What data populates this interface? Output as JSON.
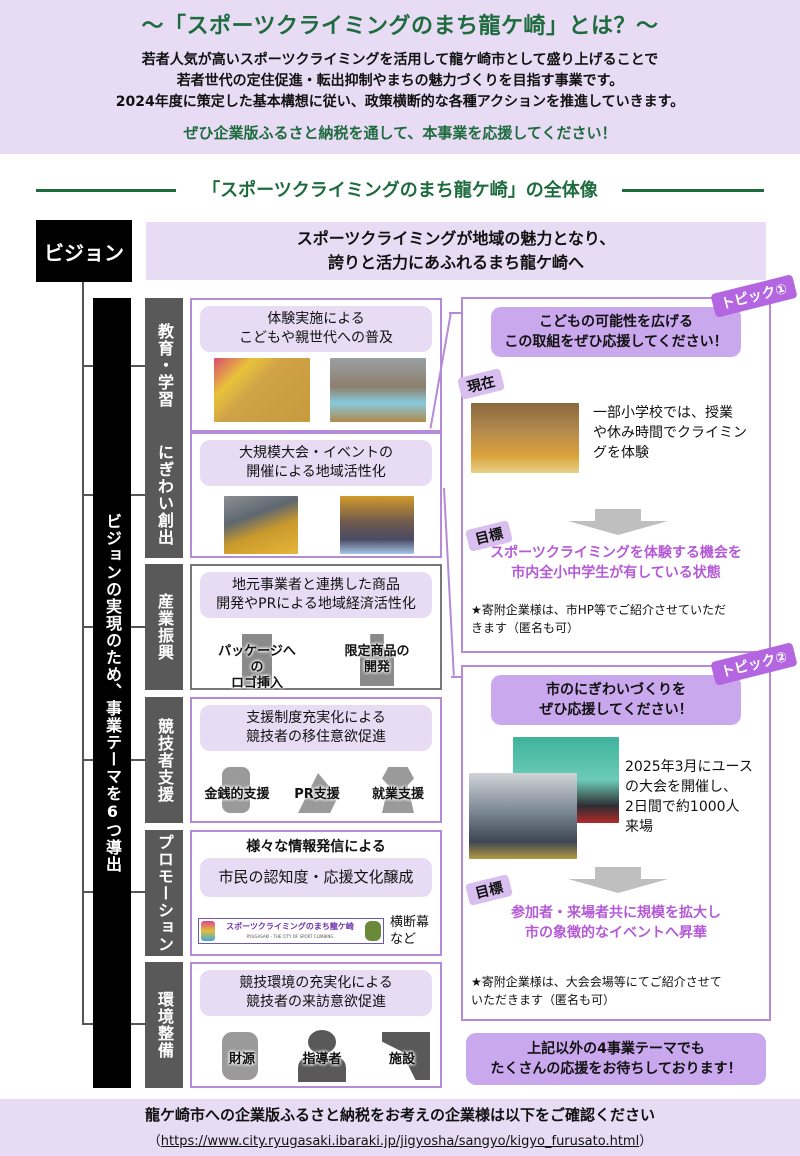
{
  "header": {
    "title": "～「スポーツクライミングのまち龍ケ崎」とは？～",
    "body_lines": [
      "若者人気が高いスポーツクライミングを活用して龍ケ崎市として盛り上げることで",
      "若者世代の定住促進・転出抑制やまちの魅力づくりを目指す事業です。",
      "2024年度に策定した基本構想に従い、政策横断的な各種アクションを推進していきます。"
    ],
    "cta": "ぜひ企業版ふるさと納税を通して、本事業を応援してください！"
  },
  "section": {
    "title": "「スポーツクライミングのまち龍ケ崎」の全体像"
  },
  "vision": {
    "label": "ビジョン",
    "lines": [
      "スポーツクライミングが地域の魅力となり、",
      "誇りと活力にあふれるまち龍ケ崎へ"
    ]
  },
  "vertical_bar": "ビジョンの実現のため、事業テーマを6つ導出",
  "themes": [
    {
      "tab": "教育・学習",
      "head": [
        "体験実施による",
        "こどもや親世代への普及"
      ],
      "photos": [
        "climbing-wall-photo",
        "gym-climbing-photo"
      ]
    },
    {
      "tab": "にぎわい創出",
      "head": [
        "大規模大会・イベントの",
        "開催による地域活性化"
      ],
      "photos": [
        "competition-climber-photo",
        "spectators-photo"
      ]
    },
    {
      "tab": "産業振興",
      "head": [
        "地元事業者と連携した商品",
        "開発やPRによる地域経済活性化"
      ],
      "icons": [
        {
          "label": [
            "パッケージへの",
            "ロゴ挿入"
          ],
          "icon": "package-icon"
        },
        {
          "label": [
            "限定商品の",
            "開発"
          ],
          "icon": "bag-icon"
        }
      ]
    },
    {
      "tab": "競技者支援",
      "head": [
        "支援制度充実化による",
        "競技者の移住意欲促進"
      ],
      "icons": [
        {
          "label": [
            "金銭的支援"
          ],
          "icon": "coins-icon"
        },
        {
          "label": [
            "PR支援"
          ],
          "icon": "megaphone-icon"
        },
        {
          "label": [
            "就業支援"
          ],
          "icon": "worker-icon"
        }
      ]
    },
    {
      "tab": "プロモーション",
      "pre": "様々な情報発信による",
      "head": [
        "市民の認知度・応援文化醸成"
      ],
      "banner": {
        "text": "スポーツクライミングのまち龍ケ崎",
        "subtext": "RYUGASAKI - THE CITY OF SPORT CLIMBING",
        "caption": [
          "横断幕",
          "など"
        ]
      }
    },
    {
      "tab": "環境整備",
      "head": [
        "競技環境の充実化による",
        "競技者の来訪意欲促進"
      ],
      "icons": [
        {
          "label": [
            "財源"
          ],
          "icon": "coins-icon"
        },
        {
          "label": [
            "指導者"
          ],
          "icon": "person-icon"
        },
        {
          "label": [
            "施設"
          ],
          "icon": "wall-icon"
        }
      ]
    }
  ],
  "topics": [
    {
      "tag": "トピック①",
      "head": [
        "こどもの可能性を広げる",
        "この取組をぜひ応援してください！"
      ],
      "current_label": "現在",
      "current_desc": [
        "一部小学校では、授業",
        "や休み時間でクライミン",
        "グを体験"
      ],
      "goal_label": "目標",
      "goal": [
        "スポーツクライミングを体験する機会を",
        "市内全小中学生が有している状態"
      ],
      "note": [
        "★寄附企業様は、市HP等でご紹介させていただ",
        "きます（匿名も可）"
      ]
    },
    {
      "tag": "トピック②",
      "head": [
        "市のにぎわいづくりを",
        "ぜひ応援してください！"
      ],
      "current_desc": [
        "2025年3月にユース",
        "の大会を開催し、",
        "2日間で約1000人",
        "来場"
      ],
      "goal_label": "目標",
      "goal": [
        "参加者・来場者共に規模を拡大し",
        "市の象徴的なイベントへ昇華"
      ],
      "note": [
        "★寄附企業様は、大会会場等にてご紹介させて",
        "いただきます（匿名も可）"
      ]
    }
  ],
  "bottom_cta": [
    "上記以外の4事業テーマでも",
    "たくさんの応援をお待ちしております！"
  ],
  "footer": {
    "main": "龍ケ崎市への企業版ふるさと納税をお考えの企業様は以下をご確認ください",
    "url_open": "（",
    "url": "https://www.city.ryugasaki.ibaraki.jp/jigyosha/sangyo/kigyo_furusato.html",
    "url_close": "）"
  },
  "colors": {
    "lavender": "#e8dcf5",
    "purple_accent": "#b366e0",
    "green": "#1e6b3e",
    "dark_gray": "#595959"
  }
}
